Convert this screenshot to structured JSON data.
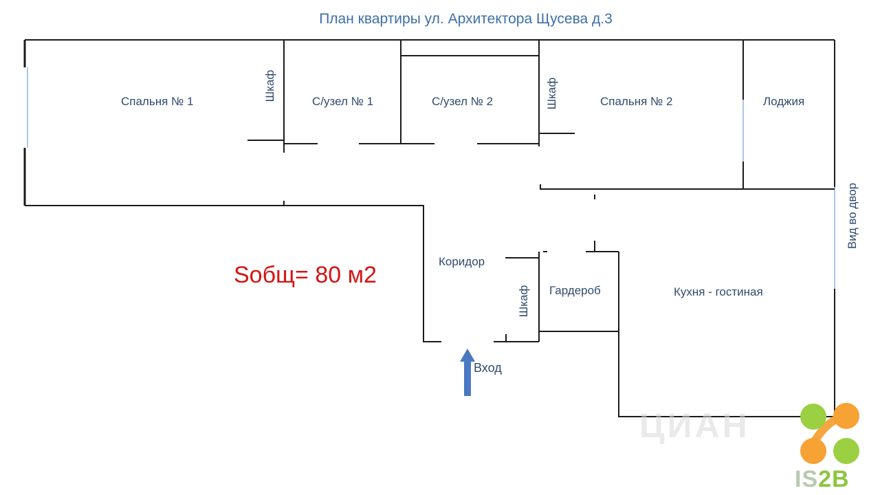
{
  "title": "План квартиры ул. Архитектора Щусева д.3",
  "total_area": "Sобщ= 80 м2",
  "rooms": {
    "bedroom1": "Спальня № 1",
    "bath1": "С/узел № 1",
    "bath2": "С/узел № 2",
    "bedroom2": "Спальня № 2",
    "loggia": "Лоджия",
    "corridor": "Коридор",
    "wardrobe": "Гардероб",
    "kitchen": "Кухня - гостиная"
  },
  "closets": {
    "closet1": "Шкаф",
    "closet2": "Шкаф",
    "closet3": "Шкаф"
  },
  "entrance": "Вход",
  "yard_view": "Вид во двор",
  "watermark": "ЦИАН",
  "logo": {
    "prefix": "IS",
    "mid": "2B"
  },
  "colors": {
    "title": "#3d6fa8",
    "area": "#d41414",
    "arrow": "#4a78c2"
  }
}
